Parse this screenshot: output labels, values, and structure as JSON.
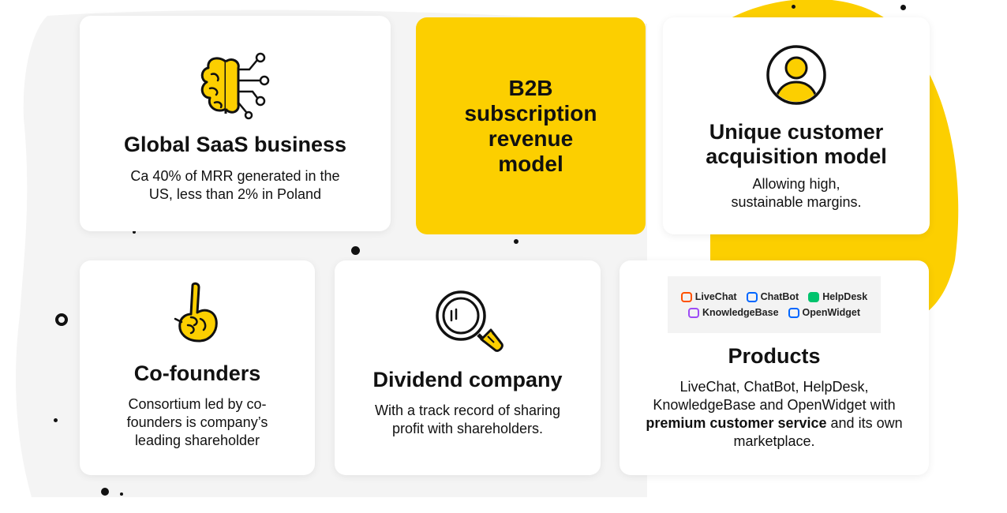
{
  "cards": {
    "global_saas": {
      "title": "Global SaaS business",
      "description": "Ca 40% of MRR generated in the US, less than 2% in Poland",
      "icon": "brain-circuit-icon"
    },
    "b2b": {
      "title": "B2B subscription revenue model"
    },
    "acquisition": {
      "title": "Unique customer acquisition model",
      "description": "Allowing high, sustainable margins.",
      "icon": "user-avatar-icon"
    },
    "cofounders": {
      "title": "Co-founders",
      "description": "Consortium led by co-founders is company’s leading shareholder",
      "icon": "pointing-hand-icon"
    },
    "dividend": {
      "title": "Dividend company",
      "description": "With a track record of sharing profit with shareholders.",
      "icon": "magnifying-glass-icon"
    },
    "products": {
      "title": "Products",
      "logos": [
        {
          "name": "LiveChat",
          "color": "#ff5100"
        },
        {
          "name": "ChatBot",
          "color": "#0066ff"
        },
        {
          "name": "HelpDesk",
          "color": "#00c36d"
        },
        {
          "name": "KnowledgeBase",
          "color": "#9d4cf5"
        },
        {
          "name": "OpenWidget",
          "color": "#0066ff"
        }
      ],
      "description_start": "LiveChat, ChatBot, HelpDesk, KnowledgeBase and OpenWidget with",
      "description_bold": "premium customer service",
      "description_end": "and its own marketplace."
    }
  },
  "colors": {
    "accent_yellow": "#fccf00",
    "background_gray": "#f4f4f4",
    "text": "#111111"
  }
}
